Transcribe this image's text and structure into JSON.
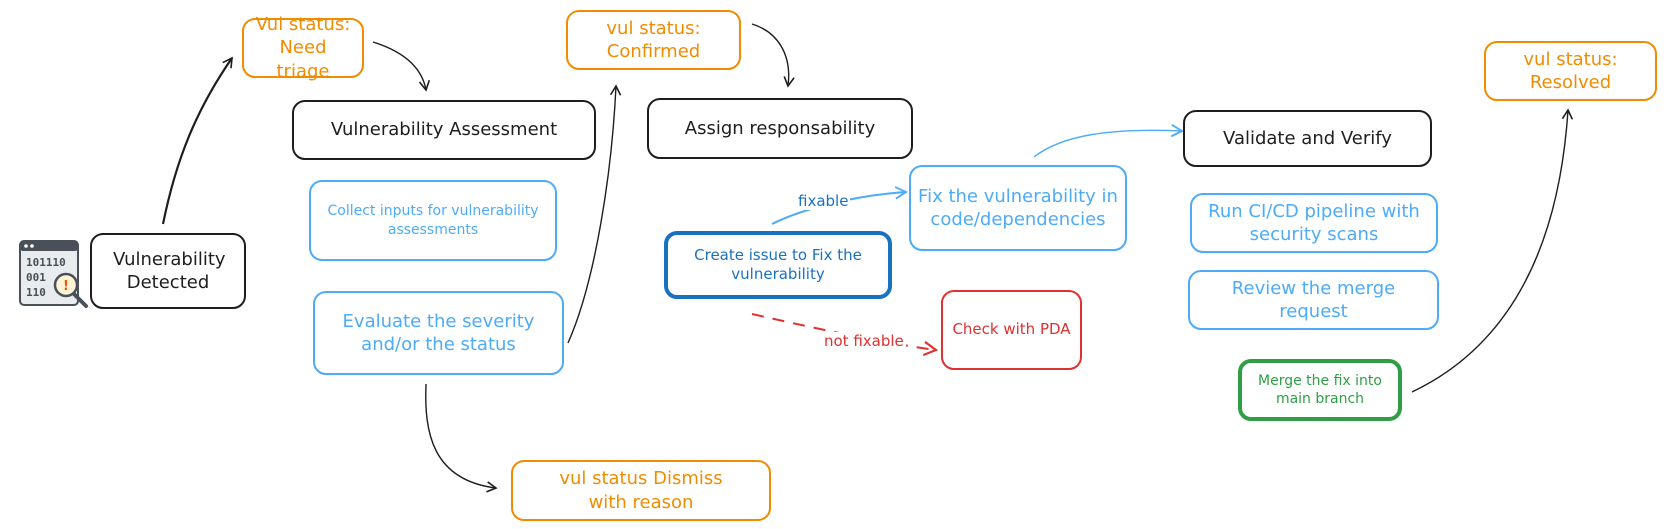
{
  "colors": {
    "black": "#1e1e1e",
    "orange": "#f08c00",
    "blue": "#4dabf7",
    "dark_blue": "#1971c2",
    "red": "#e03131",
    "green": "#2f9e44"
  },
  "icon": {
    "name": "binary-code-search-icon",
    "glyph_lines": [
      "101110",
      "001",
      "110"
    ]
  },
  "nodes": {
    "vuln_detected": "Vulnerability Detected",
    "status_need_triage": "Vul status: Need triage",
    "vuln_assessment": "Vulnerability Assessment",
    "collect_inputs": "Collect inputs for vulnerability assessments",
    "evaluate_severity": "Evaluate the severity and/or the status",
    "status_confirmed": "vul status: Confirmed",
    "assign_responsibility": "Assign responsability",
    "create_issue": "Create issue to Fix the vulnerability",
    "fix_vulnerability": "Fix the vulnerability in code/dependencies",
    "check_pda": "Check with PDA",
    "status_dismiss": "vul status Dismiss with reason",
    "validate_verify": "Validate and Verify",
    "run_pipeline": "Run CI/CD pipeline with security scans",
    "review_merge": "Review the merge request",
    "merge_fix": "Merge the fix into main branch",
    "status_resolved": "vul status: Resolved"
  },
  "edge_labels": {
    "fixable": "fixable",
    "not_fixable": "not fixable"
  }
}
